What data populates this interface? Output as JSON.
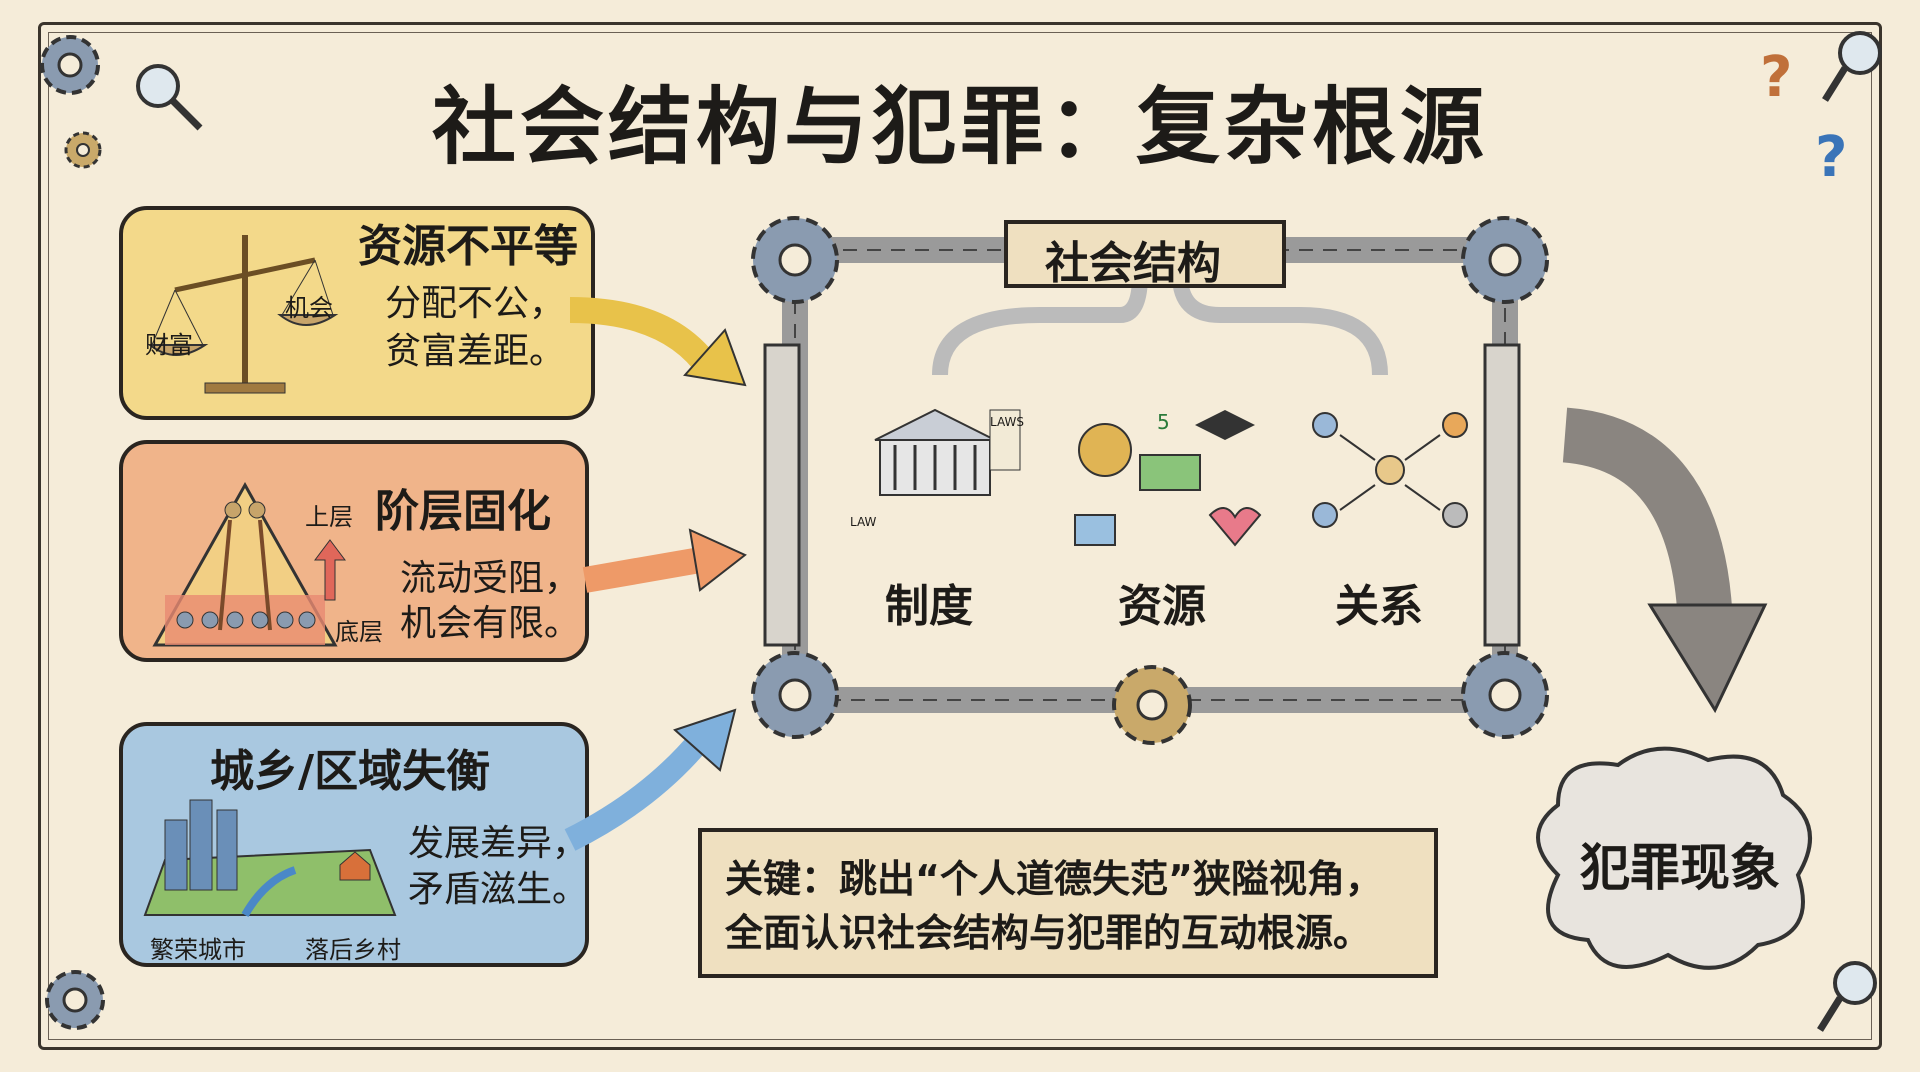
{
  "title": "社会结构与犯罪：复杂根源",
  "left_panels": [
    {
      "title": "资源不平等",
      "desc": [
        "分配不公，",
        "贫富差距。"
      ],
      "labels": [
        "财富",
        "机会"
      ],
      "color": "#f3d98a"
    },
    {
      "title": "阶层固化",
      "desc": [
        "流动受阻，",
        "机会有限。"
      ],
      "labels": [
        "上层",
        "底层"
      ],
      "color": "#f0b48a"
    },
    {
      "title": "城乡/区域失衡",
      "desc": [
        "发展差异，",
        "矛盾滋生。"
      ],
      "labels": [
        "繁荣城市",
        "落后乡村"
      ],
      "color": "#a9c8e0"
    }
  ],
  "center": {
    "banner": "社会结构",
    "pillars": [
      "制度",
      "资源",
      "关系"
    ],
    "law_labels": [
      "LAWS",
      "LAW"
    ],
    "bubble_number": "5"
  },
  "key_banner": [
    "关键：跳出“个人道德失范”狭隘视角，",
    "全面认识社会结构与犯罪的互动根源。"
  ],
  "outcome": "犯罪现象",
  "decor_marks": [
    "?",
    "?"
  ]
}
